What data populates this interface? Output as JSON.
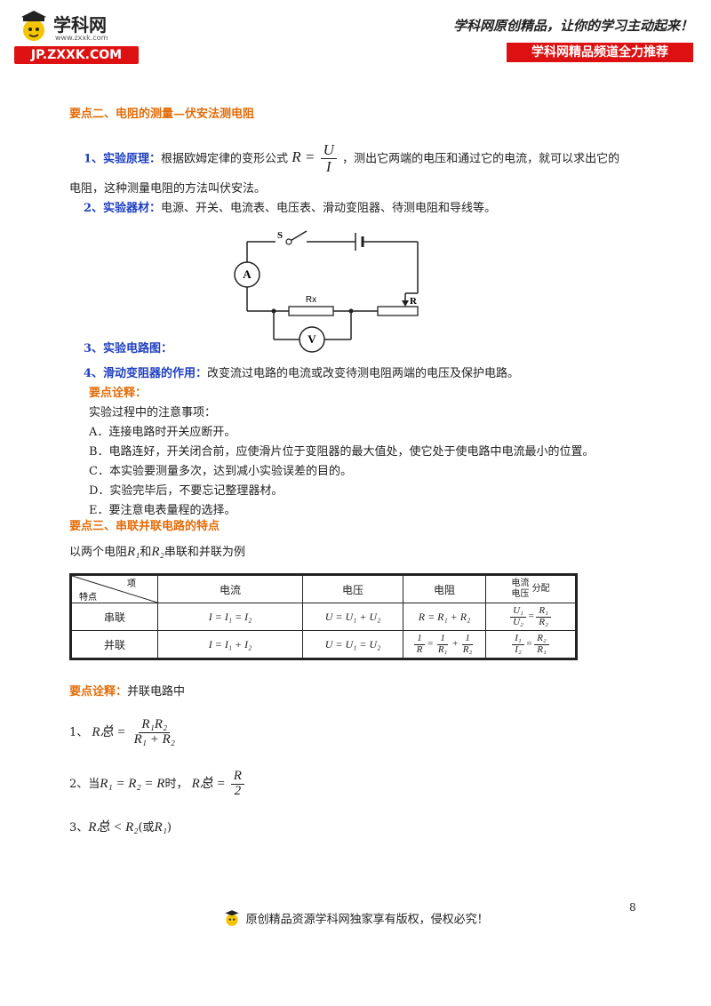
{
  "header": {
    "logo_text": "学科网",
    "logo_url_text": "www.zxxk.com",
    "site_badge": "JP.ZXXK.COM",
    "slogan": "学科网原创精品，让你的学习主动起来！",
    "channel_badge": "学科网精品频道全力推荐"
  },
  "section2": {
    "title": "要点二、电阻的测量—伏安法测电阻",
    "principle_label": "1、实验原理：",
    "principle_text_a": "根据欧姆定律的变形公式",
    "formula_lhs": "R =",
    "formula_num": "U",
    "formula_den": "I",
    "principle_text_b": "，测出它两端的电压和通过它的电流，就可以求出它的",
    "principle_text_c": "电阻，这种测量电阻的方法叫伏安法。",
    "equipment_label": "2、实验器材：",
    "equipment_text": "电源、开关、电流表、电压表、滑动变阻器、待测电阻和导线等。",
    "circuit_label": "3、实验电路图：",
    "circuit": {
      "switch": "S",
      "ammeter": "A",
      "voltmeter": "V",
      "resistor": "Rx",
      "rheostat": "R"
    },
    "rheostat_label": "4、滑动变阻器的作用：",
    "rheostat_text": "改变流过电路的电流或改变待测电阻两端的电压及保护电路。",
    "notes_label": "要点诠释：",
    "notes_intro": "实验过程中的注意事项：",
    "notes": [
      "A．连接电路时开关应断开。",
      "B．电路连好，开关闭合前，应使滑片位于变阻器的最大值处，使它处于使电路中电流最小的位置。",
      "C．本实验要测量多次，达到减小实验误差的目的。",
      "D．实验完毕后，不要忘记整理器材。",
      "E．要注意电表量程的选择。"
    ]
  },
  "section3": {
    "title": "要点三、串联并联电路的特点",
    "intro_a": "以两个电阻",
    "intro_r1": "R₁",
    "intro_and": "和",
    "intro_r2": "R₂",
    "intro_b": "串联和并联为例",
    "table": {
      "corner_top": "项",
      "corner_bottom": "特点",
      "headers": [
        "电流",
        "电压",
        "电阻"
      ],
      "dist_header_top": "电流",
      "dist_header_bottom": "电压",
      "dist_header_side": "分配",
      "rows": [
        {
          "name": "串联",
          "current": "I = I₁ = I₂",
          "voltage": "U = U₁ + U₂",
          "resistance": "R = R₁ + R₂",
          "dist_num_l": "U₁",
          "dist_den_l": "U₂",
          "dist_num_r": "R₁",
          "dist_den_r": "R₂"
        },
        {
          "name": "并联",
          "current": "I = I₁ + I₂",
          "voltage": "U = U₁ = U₂",
          "res_num_a": "1",
          "res_den_a": "R",
          "res_num_b": "1",
          "res_den_b": "R₁",
          "res_num_c": "1",
          "res_den_c": "R₂",
          "dist_num_l": "I₁",
          "dist_den_l": "I₂",
          "dist_num_r": "R₂",
          "dist_den_r": "R₁"
        }
      ]
    },
    "notes_label": "要点诠释：",
    "notes_text": "并联电路中",
    "item1_idx": "1、",
    "item1_lhs": "R总 =",
    "item1_num": "R₁R₂",
    "item1_den": "R₁ + R₂",
    "item2_idx": "2、当",
    "item2_cond": "R₁ = R₂ = R",
    "item2_when": "时，",
    "item2_lhs": "R总 =",
    "item2_num": "R",
    "item2_den": "2",
    "item3_idx": "3、",
    "item3_expr": "R总 < R₂",
    "item3_or": "(或",
    "item3_r1": "R₁",
    "item3_close": ")"
  },
  "footer": {
    "page_number": "8",
    "copyright": "原创精品资源学科网独家享有版权，侵权必究！"
  }
}
